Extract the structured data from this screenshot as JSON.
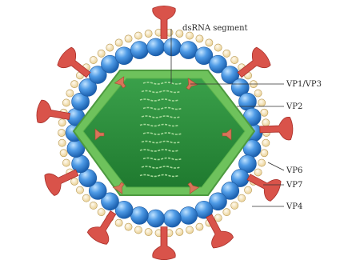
{
  "labels": {
    "top": "dsRNA segment",
    "vp1vp3": "VP1/VP3",
    "vp2": "VP2",
    "vp6": "VP6",
    "vp7": "VP7",
    "vp4": "VP4"
  },
  "colors": {
    "outer_layer": "#f3dea6",
    "bead_stroke": "#b99a55",
    "vp6_sphere": "#2f7fd6",
    "core_outer": "#6ec25c",
    "core_inner": "#2a8d3a",
    "spike": "#d9534a",
    "leader": "#333333"
  },
  "icons": [
    "spike-protein-icon",
    "polymerase-icon"
  ]
}
